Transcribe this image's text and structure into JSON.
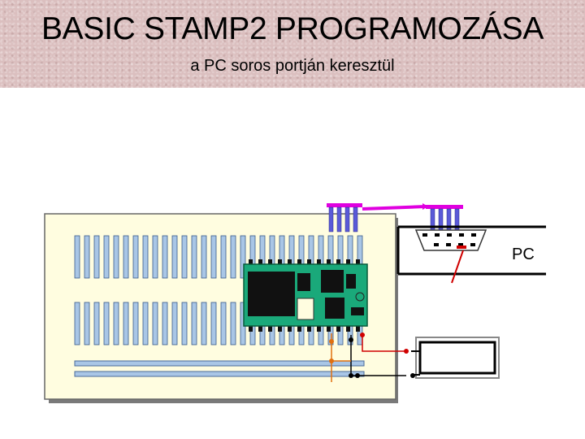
{
  "title": "BASIC STAMP2 PROGRAMOZÁSA",
  "subtitle": "a PC soros portján keresztül",
  "pc_label": "PC",
  "colors": {
    "title_band": "#dbbfbf",
    "breadboard": "#fffde0",
    "module": "#1aa97a",
    "chip": "#111111",
    "pin_strip": "#a9c6e6",
    "cable": "#e000e0",
    "wire_red": "#d00000",
    "wire_orange": "#e07010",
    "connector_pins": "#5a5ad8"
  }
}
